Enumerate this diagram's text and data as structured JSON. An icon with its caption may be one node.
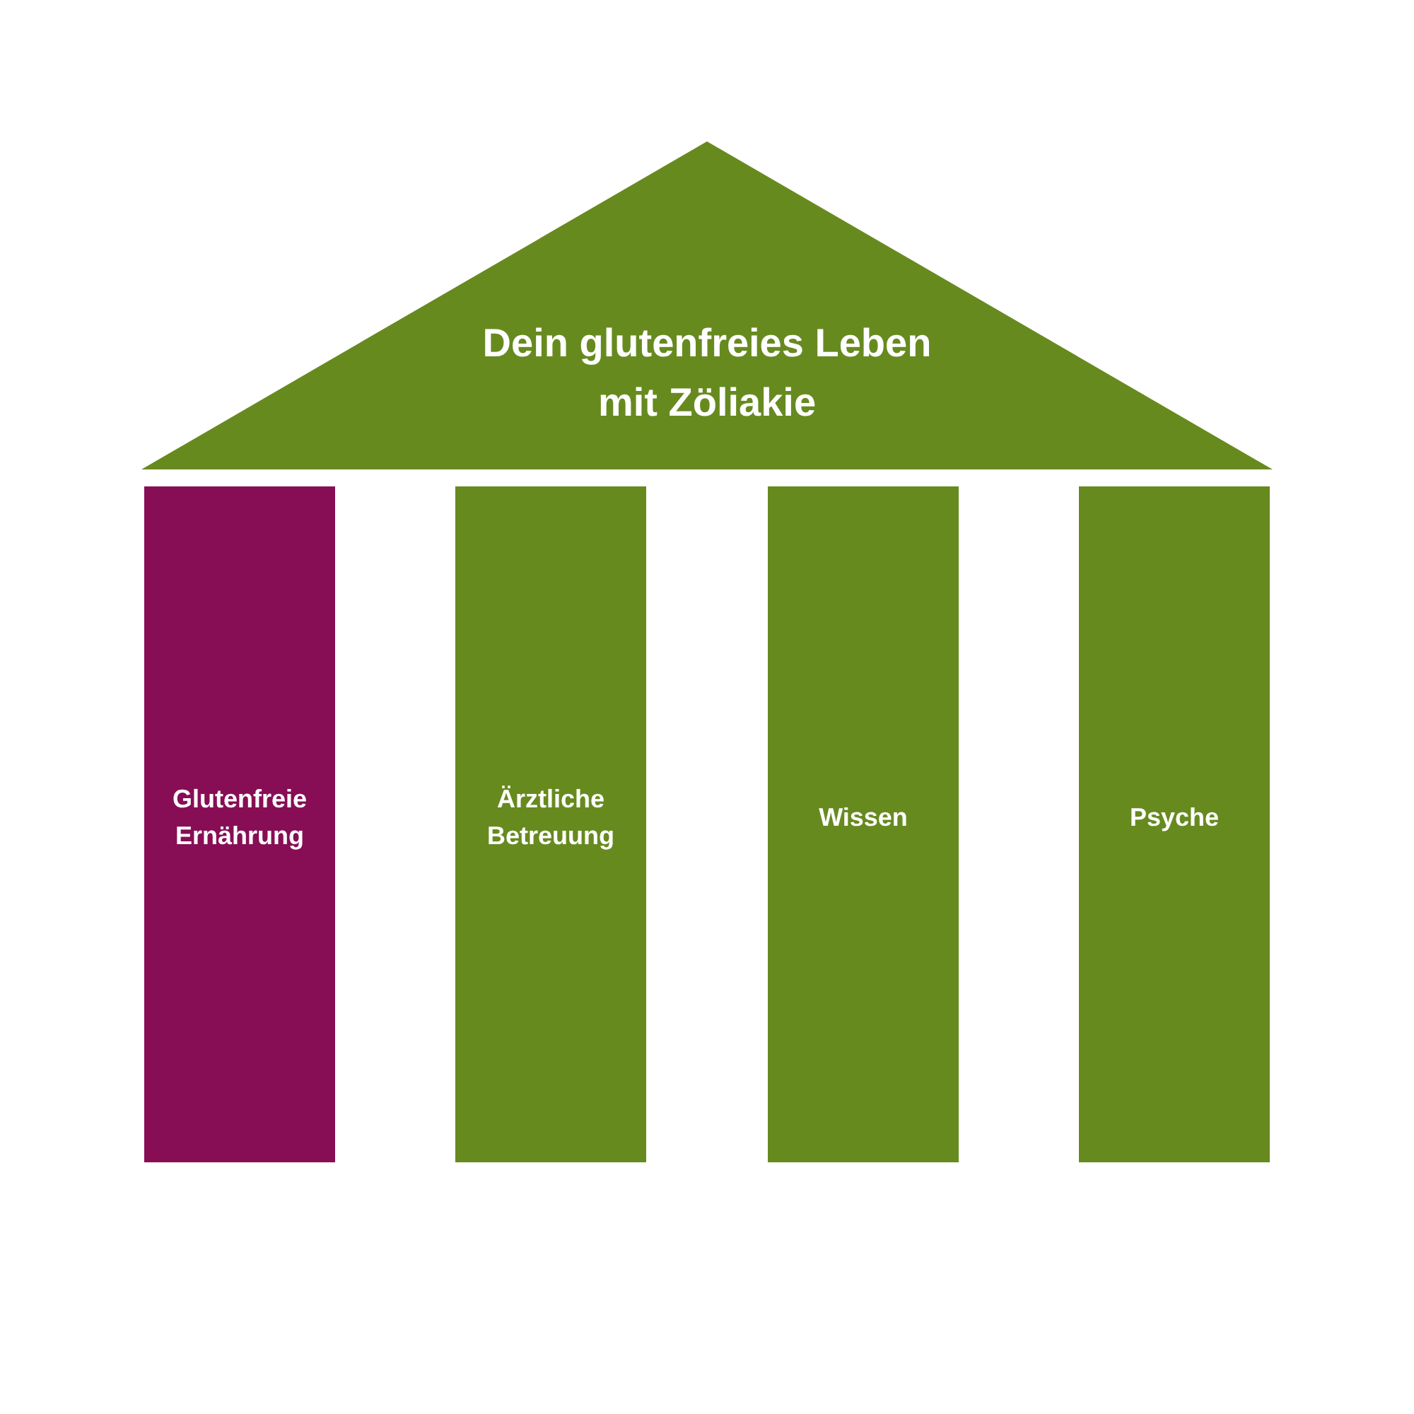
{
  "diagram": {
    "nodes": [
      {
        "text": [
          "Dein glutenfreies Leben mit Zöliakie"
        ]
      },
      {
        "text": [
          "Glutenfreie Ernährung"
        ]
      },
      {
        "text": [
          "Ärztliche Betreuung"
        ]
      },
      {
        "text": [
          "Wissen"
        ]
      },
      {
        "text": [
          "Psyche"
        ]
      }
    ],
    "edges": []
  }
}
